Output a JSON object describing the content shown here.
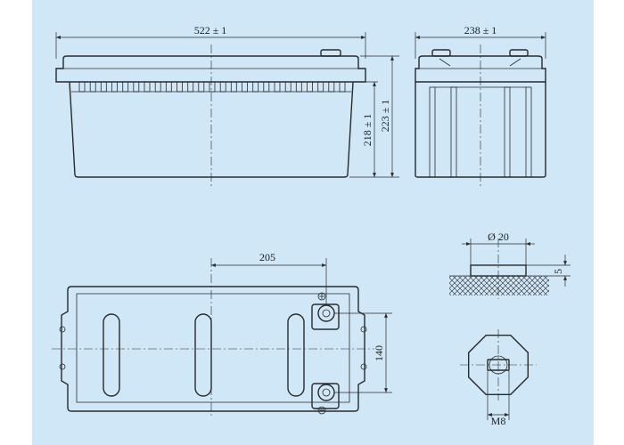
{
  "colors": {
    "background": "#cfe7f6",
    "line": "#2a2a2a",
    "hatch": "#2a2a2a"
  },
  "dimensions": {
    "length": "522 ± 1",
    "width": "238 ± 1",
    "container_height": "218 ± 1",
    "total_height": "223 ± 1",
    "terminal_distance": "205",
    "terminal_spacing": "140",
    "terminal_diameter": "Ø 20",
    "terminal_height": "5",
    "thread": "M8"
  }
}
